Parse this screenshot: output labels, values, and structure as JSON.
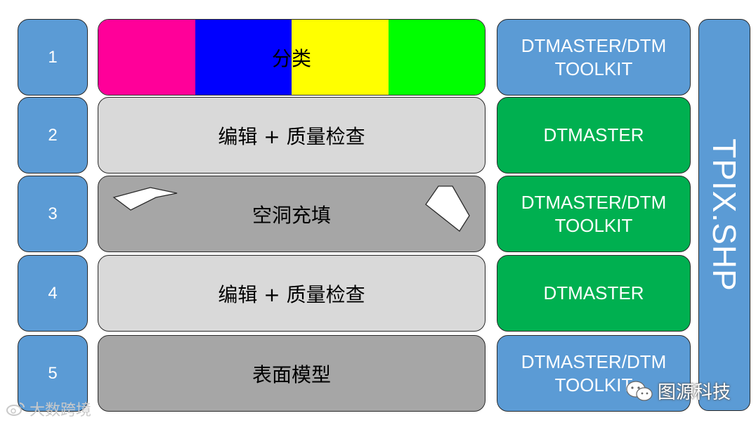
{
  "colors": {
    "blue": "#5b9bd5",
    "green": "#00b050",
    "light_gray": "#d9d9d9",
    "mid_gray": "#a6a6a6",
    "classify_stripes": [
      "#ff0099",
      "#0000ff",
      "#ffff00",
      "#00ff00"
    ]
  },
  "rows": [
    {
      "number": "1",
      "step": "分类",
      "tool": "DTMASTER/DTM\nTOOLKIT"
    },
    {
      "number": "2",
      "step": "编辑 + 质量检查",
      "tool": "DTMASTER"
    },
    {
      "number": "3",
      "step": "空洞充填",
      "tool": "DTMASTER/DTM\nTOOLKIT"
    },
    {
      "number": "4",
      "step": "编辑 + 质量检查",
      "tool": "DTMASTER"
    },
    {
      "number": "5",
      "step": "表面模型",
      "tool": "DTMASTER/DTM\nTOOLKIT"
    }
  ],
  "side_label": "TPIX.SHP",
  "watermarks": {
    "left": "大数跨境",
    "right": "图源科技",
    "right_icon": "wechat-icon",
    "left_icon": "weibo-icon"
  }
}
